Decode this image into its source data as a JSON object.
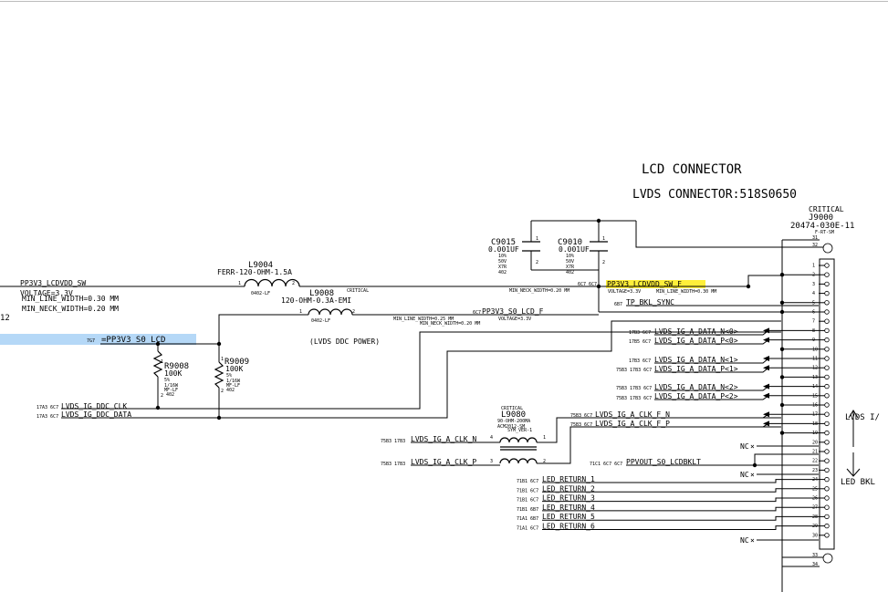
{
  "title": "LCD    CONNECTOR",
  "subtitle": "LVDS CONNECTOR:518S0650",
  "connector": {
    "refdes": "J9000",
    "critical": "CRITICAL",
    "part": "20474-030E-11",
    "footprint": "F-RT-SM",
    "top_pins": [
      "31",
      "32"
    ],
    "pins": [
      "1",
      "2",
      "3",
      "4",
      "5",
      "6",
      "7",
      "8",
      "9",
      "10",
      "11",
      "12",
      "13",
      "14",
      "15",
      "16",
      "17",
      "18",
      "19",
      "20",
      "21",
      "22",
      "23",
      "24",
      "25",
      "26",
      "27",
      "28",
      "29",
      "30"
    ],
    "bottom_pins": [
      "33",
      "34"
    ],
    "side_label_1": "LVDS I/",
    "side_label_2": "LED BKL",
    "nc": "NC"
  },
  "left_edge_label": "12",
  "nets": {
    "pp3v3_lcdvdd_sw": "PP3V3_LCDVDD_SW",
    "voltage_3v3": "VOLTAGE=3.3V",
    "min_line_030": "MIN_LINE_WIDTH=0.30 MM",
    "min_neck_020": "MIN_NECK_WIDTH=0.20 MM",
    "pp3v3_s0_lcd": "=PP3V3_S0_LCD",
    "pp3v3_s0_lcd_ref": "7G7",
    "pp3v3_lcdvdd_sw_f": "PP3V3_LCDVDD_SW_F",
    "pp3v3_lcdvdd_sw_f_ref": "6C7 6C7",
    "sw_f_voltage": "VOLTAGE=3.3V",
    "sw_f_min_line": "MIN_LINE_WIDTH=0.30 MM",
    "sw_f_min_neck": "MIN_NECK_WIDTH=0.20 MM",
    "tp_bkl_sync": "TP_BKL_SYNC",
    "tp_bkl_sync_ref": "6B7",
    "pp3v3_s0_lcd_f": "PP3V3_S0_LCD_F",
    "pp3v3_s0_lcd_f_ref": "6C7",
    "lcd_f_min_line": "MIN_LINE_WIDTH=0.25 MM",
    "lcd_f_voltage": "VOLTAGE=3.3V",
    "lcd_f_min_neck": "MIN_NECK_WIDTH=0.20 MM",
    "ddc_clk": "LVDS_IG_DDC_CLK",
    "ddc_clk_ref": "17A3 6C7",
    "ddc_data": "LVDS_IG_DDC_DATA",
    "ddc_data_ref": "17A3 6C7",
    "data_n0": "LVDS_IG_A_DATA_N<0>",
    "data_n0_ref": "17B3 6C7",
    "data_p0": "LVDS_IG_A_DATA_P<0>",
    "data_p0_ref": "17B5 6C7",
    "data_n1": "LVDS_IG_A_DATA_N<1>",
    "data_n1_ref": "17B3 6C7",
    "data_p1": "LVDS_IG_A_DATA_P<1>",
    "data_p1_ref": "75B3 17B3 6C7",
    "data_n2": "LVDS_IG_A_DATA_N<2>",
    "data_n2_ref": "75B3 17B3 6C7",
    "data_p2": "LVDS_IG_A_DATA_P<2>",
    "data_p2_ref": "75B3 17B3 6C7",
    "clk_f_n": "LVDS_IG_A_CLK_F_N",
    "clk_f_n_ref": "75B3 6C7",
    "clk_f_p": "LVDS_IG_A_CLK_F_P",
    "clk_f_p_ref": "75B3 6C7",
    "clk_n": "LVDS_IG_A_CLK_N",
    "clk_n_ref": "75B3 17B3",
    "clk_p": "LVDS_IG_A_CLK_P",
    "clk_p_ref": "75B3 17B3",
    "ppvout": "PPVOUT_S0_LCDBKLT",
    "ppvout_ref": "71C1 6C7 6C7",
    "led_returns": [
      {
        "name": "LED_RETURN_1",
        "ref": "71B1 6C7"
      },
      {
        "name": "LED_RETURN_2",
        "ref": "71B1 6C7"
      },
      {
        "name": "LED_RETURN_3",
        "ref": "71B1 6C7"
      },
      {
        "name": "LED_RETURN_4",
        "ref": "71B1 6B7"
      },
      {
        "name": "LED_RETURN_5",
        "ref": "71A1 6B7"
      },
      {
        "name": "LED_RETURN_6",
        "ref": "71A1 6C7"
      }
    ],
    "ddc_power": "(LVDS DDC POWER)"
  },
  "parts": {
    "l9004": {
      "refdes": "L9004",
      "value": "FERR-120-OHM-1.5A",
      "pkg": "0402-LF",
      "pin1": "1",
      "pin2": "2"
    },
    "l9008": {
      "refdes": "L9008",
      "critical": "CRITICAL",
      "value": "120-OHM-0.3A-EMI",
      "pkg": "0402-LF",
      "pin1": "1",
      "pin2": "2"
    },
    "c9015": {
      "refdes": "C9015",
      "value": "0.001UF",
      "tol": "10%",
      "volt": "50V",
      "diel": "X7R",
      "pkg": "402",
      "pin1": "1",
      "pin2": "2"
    },
    "c9010": {
      "refdes": "C9010",
      "value": "0.001UF",
      "tol": "10%",
      "volt": "50V",
      "diel": "X7R",
      "pkg": "402",
      "pin1": "1",
      "pin2": "2"
    },
    "r9008": {
      "refdes": "R9008",
      "value": "100K",
      "tol": "5%",
      "power": "1/16W",
      "type": "MF-LF",
      "pkg": "402",
      "pin1": "1",
      "pin2": "2"
    },
    "r9009": {
      "refdes": "R9009",
      "value": "100K",
      "tol": "5%",
      "power": "1/16W",
      "type": "MF-LF",
      "pkg": "402",
      "pin1": "1",
      "pin2": "2"
    },
    "l9080": {
      "refdes": "L9080",
      "critical": "CRITICAL",
      "value": "90-OHM-200MA",
      "pkg": "ACM2012-SM",
      "sym": "SYM_VER-1",
      "pin1": "1",
      "pin2": "2",
      "pin3": "3",
      "pin4": "4"
    }
  }
}
